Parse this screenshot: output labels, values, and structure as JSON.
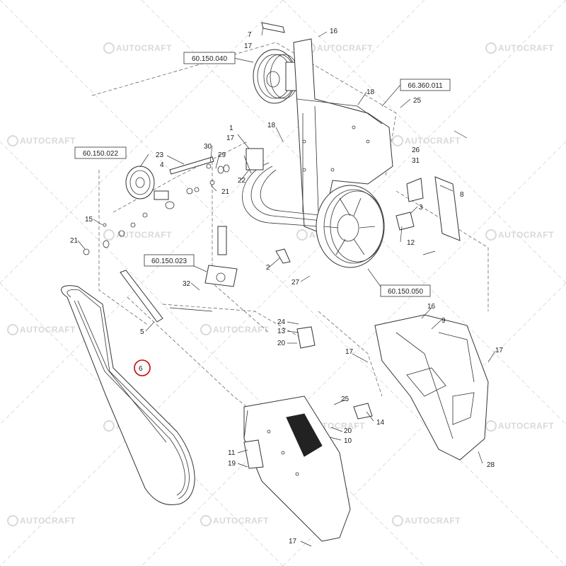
{
  "watermark": {
    "text": "AUTOCRAFT"
  },
  "reference_labels": [
    "60.150.040",
    "66.360.011",
    "60.150.022",
    "60.150.023",
    "60.150.050"
  ],
  "callouts": [
    "7",
    "16",
    "17",
    "18",
    "25",
    "26",
    "31",
    "8",
    "3",
    "12",
    "1",
    "17",
    "18",
    "23",
    "4",
    "30",
    "29",
    "22",
    "21",
    "15",
    "21",
    "32",
    "2",
    "27",
    "5",
    "24",
    "13",
    "20",
    "16",
    "9",
    "17",
    "17",
    "6",
    "25",
    "14",
    "20",
    "10",
    "11",
    "19",
    "28",
    "17"
  ],
  "highlight": {
    "label": "6",
    "color": "#cc0000"
  }
}
